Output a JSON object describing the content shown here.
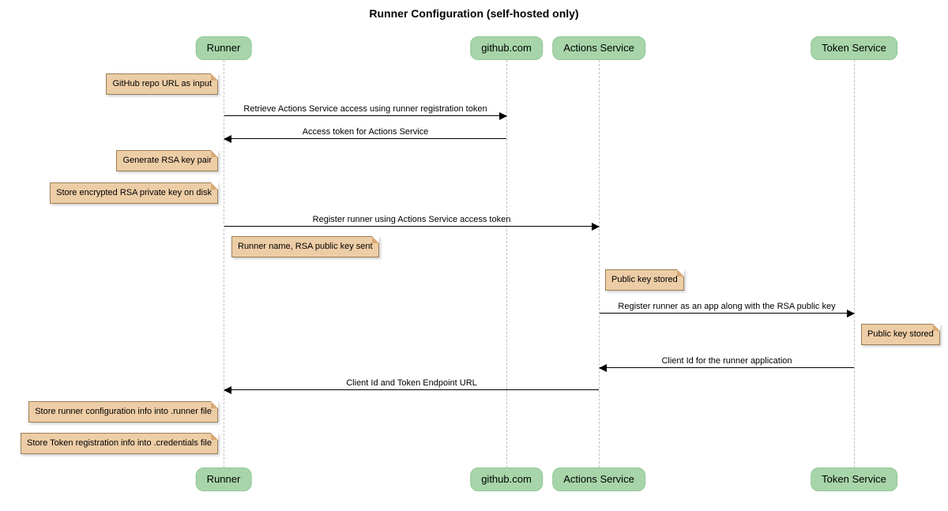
{
  "title": "Runner Configuration (self-hosted only)",
  "participants": [
    {
      "label": "Runner"
    },
    {
      "label": "github.com"
    },
    {
      "label": "Actions Service"
    },
    {
      "label": "Token Service"
    }
  ],
  "messages": [
    {
      "from": "Runner",
      "to": "github.com",
      "label": "Retrieve Actions Service access using runner registration token"
    },
    {
      "from": "github.com",
      "to": "Runner",
      "label": "Access token for Actions Service"
    },
    {
      "from": "Runner",
      "to": "Actions Service",
      "label": "Register runner using Actions Service access token"
    },
    {
      "from": "Actions Service",
      "to": "Token Service",
      "label": "Register runner as an app along with the RSA public key"
    },
    {
      "from": "Token Service",
      "to": "Actions Service",
      "label": "Client Id for the runner application"
    },
    {
      "from": "Actions Service",
      "to": "Runner",
      "label": "Client Id and Token Endpoint URL"
    }
  ],
  "notes": [
    {
      "label": "GitHub repo URL as input",
      "position": "left of Runner"
    },
    {
      "label": "Generate RSA key pair",
      "position": "left of Runner"
    },
    {
      "label": "Store encrypted RSA private key on disk",
      "position": "left of Runner"
    },
    {
      "label": "Runner name, RSA public key sent",
      "position": "right of Runner"
    },
    {
      "label": "Public key stored",
      "position": "right of Actions Service"
    },
    {
      "label": "Public key stored",
      "position": "right of Token Service"
    },
    {
      "label": "Store runner configuration info into .runner file",
      "position": "left of Runner"
    },
    {
      "label": "Store Token registration info into .credentials file",
      "position": "left of Runner"
    }
  ],
  "colors": {
    "participant_fill": "#a7d5a9",
    "participant_border": "#8fc593",
    "note_fill": "#edcda6",
    "note_border": "#9a7f58",
    "note_fold": "#d8aa76",
    "lifeline": "#c2c2c2",
    "message_line": "#000000",
    "background": "#ffffff"
  }
}
